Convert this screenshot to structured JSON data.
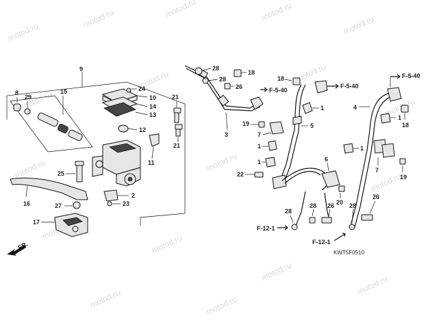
{
  "watermark": "motod.ru",
  "diagram_code": "KWT5F0510",
  "front_indicator": "FR.",
  "refs": {
    "f540_a": "F-5-40",
    "f540_b": "F-5-40",
    "f540_c": "F-5-40",
    "f121_a": "F-12-1",
    "f121_b": "F-12-1"
  },
  "callouts": {
    "c9": "9",
    "c8": "8",
    "c29": "29",
    "c15": "15",
    "c24": "24",
    "c10": "10",
    "c14": "14",
    "c13": "13",
    "c12": "12",
    "c11": "11",
    "c21a": "21",
    "c21b": "21",
    "c25": "25",
    "c16": "16",
    "c27": "27",
    "c17": "17",
    "c2": "2",
    "c23": "23",
    "c28a": "28",
    "c28b": "28",
    "c26a": "26",
    "c18a": "18",
    "c3": "3",
    "c18b": "18",
    "c1a": "1",
    "c19a": "19",
    "c7a": "7",
    "c5": "5",
    "c1b": "1",
    "c1c": "1",
    "c22": "22",
    "c6": "6",
    "c20": "20",
    "c28c": "28",
    "c28d": "28",
    "c26b": "26",
    "c4": "4",
    "c1d": "1",
    "c18c": "18",
    "c7b": "7",
    "c1e": "1",
    "c19b": "19",
    "c28e": "28",
    "c26c": "26"
  }
}
